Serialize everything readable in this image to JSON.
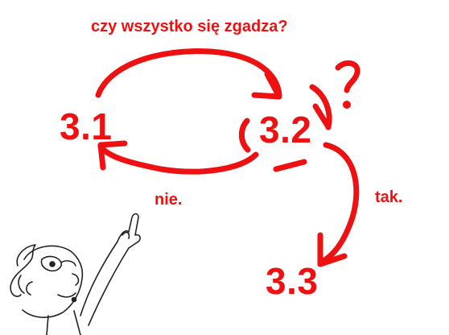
{
  "diagram": {
    "question": "czy wszystko się zgadza?",
    "nodes": {
      "n1": "3.1",
      "n2": "3.2",
      "n3": "3.3"
    },
    "edges": {
      "no": "nie.",
      "yes": "tak."
    },
    "mark": "?",
    "ink": "#ee1111"
  }
}
